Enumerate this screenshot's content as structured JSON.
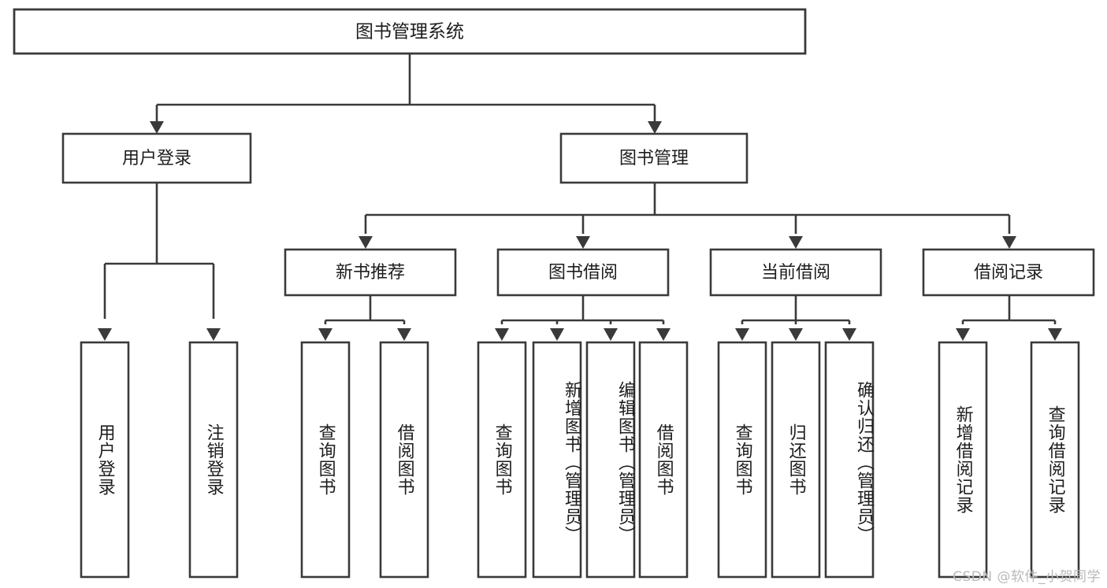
{
  "diagram": {
    "title": "图书管理系统",
    "type": "tree-hierarchy-chart",
    "orientation": "top-down",
    "colors": {
      "box_stroke": "#3a3a3a",
      "box_fill": "#ffffff",
      "text": "#1d1d1d",
      "background": "#ffffff",
      "watermark": "#b9b9b9"
    },
    "watermark": "CSDN @软件_小贺同学"
  },
  "nodes": {
    "root": {
      "label": "图书管理系统",
      "level": 1
    },
    "level2": [
      {
        "id": "user-login",
        "label": "用户登录"
      },
      {
        "id": "book-management",
        "label": "图书管理"
      }
    ],
    "level3": [
      {
        "id": "new-book-recommend",
        "label": "新书推荐",
        "parent": "book-management"
      },
      {
        "id": "book-borrow",
        "label": "图书借阅",
        "parent": "book-management"
      },
      {
        "id": "current-borrow",
        "label": "当前借阅",
        "parent": "book-management"
      },
      {
        "id": "borrow-record",
        "label": "借阅记录",
        "parent": "book-management"
      }
    ],
    "leaves": [
      {
        "id": "leaf-user-login",
        "label": "用户登录",
        "parent": "user-login"
      },
      {
        "id": "leaf-user-logout",
        "label": "注销登录",
        "parent": "user-login"
      },
      {
        "id": "leaf-query-book-1",
        "label": "查询图书",
        "parent": "new-book-recommend"
      },
      {
        "id": "leaf-borrow-book-1",
        "label": "借阅图书",
        "parent": "new-book-recommend"
      },
      {
        "id": "leaf-query-book-2",
        "label": "查询图书",
        "parent": "book-borrow"
      },
      {
        "id": "leaf-add-book",
        "label": "新增图书（管理员）",
        "parent": "book-borrow"
      },
      {
        "id": "leaf-edit-book",
        "label": "编辑图书（管理员）",
        "parent": "book-borrow"
      },
      {
        "id": "leaf-borrow-book-2",
        "label": "借阅图书",
        "parent": "book-borrow"
      },
      {
        "id": "leaf-query-book-3",
        "label": "查询图书",
        "parent": "current-borrow"
      },
      {
        "id": "leaf-return-book",
        "label": "归还图书",
        "parent": "current-borrow"
      },
      {
        "id": "leaf-confirm-return",
        "label": "确认归还（管理员）",
        "parent": "current-borrow"
      },
      {
        "id": "leaf-add-record",
        "label": "新增借阅记录",
        "parent": "borrow-record"
      },
      {
        "id": "leaf-query-record",
        "label": "查询借阅记录",
        "parent": "borrow-record"
      }
    ]
  }
}
